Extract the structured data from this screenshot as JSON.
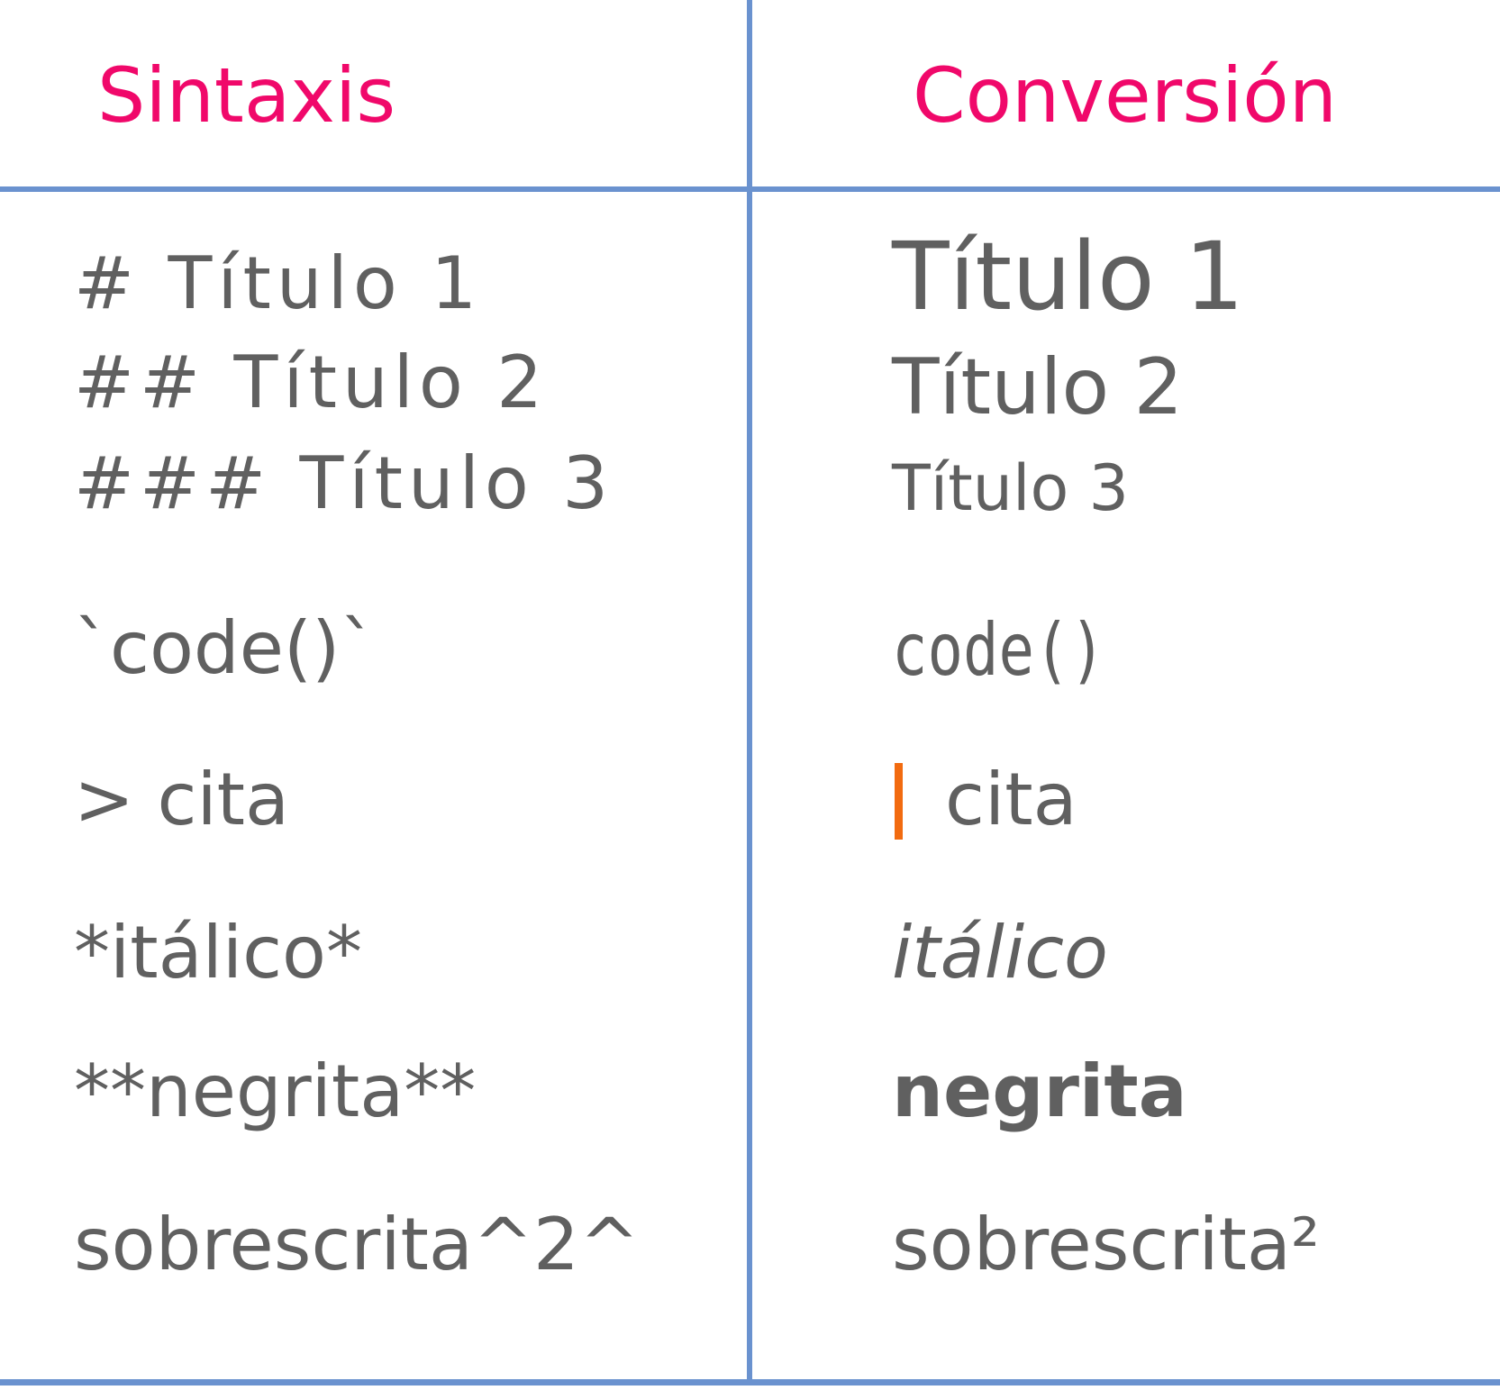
{
  "header": {
    "syntax": "Sintaxis",
    "conversion": "Conversión"
  },
  "rows": {
    "h1": {
      "syntax": "# Título 1",
      "result": "Título 1"
    },
    "h2": {
      "syntax": "## Título 2",
      "result": "Título 2"
    },
    "h3": {
      "syntax": "### Título 3",
      "result": "Título 3"
    },
    "code": {
      "syntax": "`code()`",
      "result": "code()"
    },
    "quote": {
      "syntax": "> cita",
      "result": "cita"
    },
    "italic": {
      "syntax": "*itálico*",
      "result": "itálico"
    },
    "bold": {
      "syntax": "**negrita**",
      "result": "negrita"
    },
    "superscript": {
      "syntax": "sobrescrita^2^",
      "result": "sobrescrita²"
    }
  },
  "colors": {
    "header": "#f0086a",
    "text": "#606060",
    "grid": "#6a92cf",
    "quote_bar": "#f26b10"
  }
}
